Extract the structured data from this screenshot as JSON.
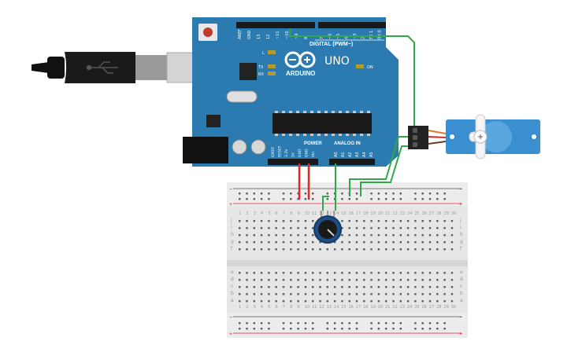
{
  "board": {
    "brand": "ARDUINO",
    "model": "UNO",
    "digital_label": "DIGITAL (PWM~)",
    "power_label": "POWER",
    "analog_label": "ANALOG IN",
    "on_label": "ON",
    "led_l": "L",
    "led_tx": "TX",
    "led_rx": "RX",
    "digital_pins": [
      "AREF",
      "GND",
      "13",
      "12",
      "~11",
      "~10",
      "~9",
      "8",
      "7",
      "~6",
      "~5",
      "4",
      "~3",
      "2",
      "TX 1",
      "RX 0"
    ],
    "power_pins": [
      "IOREF",
      "RESET",
      "3.3V",
      "5V",
      "GND",
      "GND",
      "Vin"
    ],
    "analog_pins": [
      "A0",
      "A1",
      "A2",
      "A3",
      "A4",
      "A5"
    ]
  },
  "breadboard": {
    "row_letters_top": [
      "j",
      "i",
      "h",
      "g",
      "f"
    ],
    "row_letters_bottom": [
      "e",
      "d",
      "c",
      "b",
      "a"
    ],
    "rail_plus": "+",
    "rail_minus": "−"
  },
  "colors": {
    "board": "#2b7bb0",
    "wire_red": "#e0282b",
    "wire_green": "#2fa84a",
    "servo_body": "#3a8fd0",
    "pot_body": "#1e4e86"
  }
}
